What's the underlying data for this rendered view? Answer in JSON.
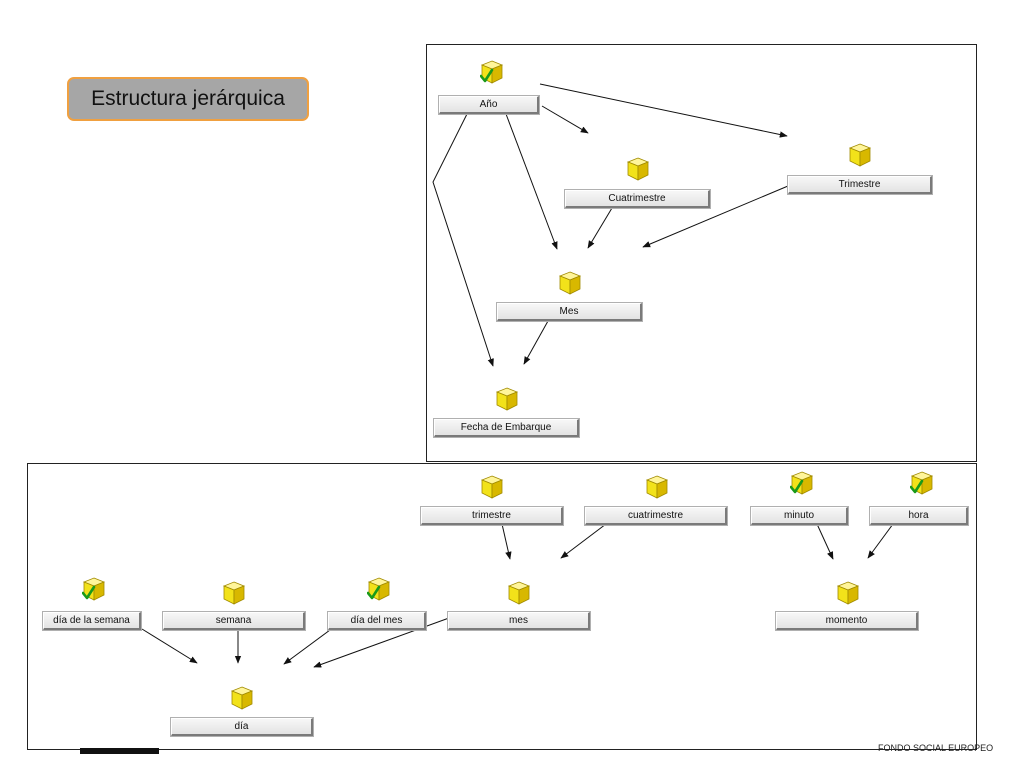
{
  "title": "Estructura jerárquica",
  "footer": {
    "text": "FONDO SOCIAL EUROPEO"
  },
  "colors": {
    "title_fill": "#a6a6a6",
    "title_border": "#f0a040",
    "cube": "#f2e21a"
  },
  "top_panel": {
    "nodes": [
      {
        "id": "anio",
        "label": "Año",
        "checked": true
      },
      {
        "id": "cuatrimestre",
        "label": "Cuatrimestre",
        "checked": false
      },
      {
        "id": "trimestre",
        "label": "Trimestre",
        "checked": false
      },
      {
        "id": "mes",
        "label": "Mes",
        "checked": false
      },
      {
        "id": "fecha",
        "label": "Fecha de Embarque",
        "checked": false
      }
    ]
  },
  "bottom_panel": {
    "nodes": [
      {
        "id": "trimestre2",
        "label": "trimestre",
        "checked": false
      },
      {
        "id": "cuatrimestre2",
        "label": "cuatrimestre",
        "checked": false
      },
      {
        "id": "minuto",
        "label": "minuto",
        "checked": true
      },
      {
        "id": "hora",
        "label": "hora",
        "checked": true
      },
      {
        "id": "diasemana",
        "label": "día de la semana",
        "checked": true
      },
      {
        "id": "semana",
        "label": "semana",
        "checked": false
      },
      {
        "id": "diames",
        "label": "día del mes",
        "checked": true
      },
      {
        "id": "mes2",
        "label": "mes",
        "checked": false
      },
      {
        "id": "momento",
        "label": "momento",
        "checked": false
      },
      {
        "id": "dia",
        "label": "día",
        "checked": false
      }
    ]
  }
}
